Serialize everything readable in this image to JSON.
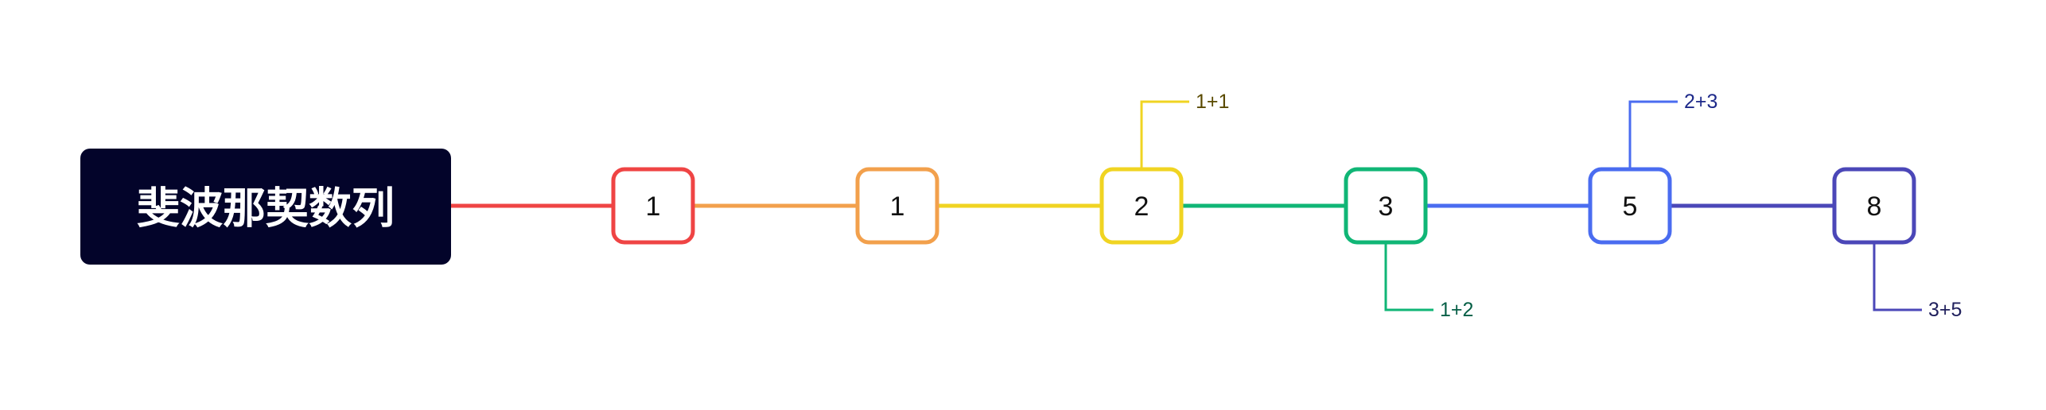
{
  "title": "斐波那契数列",
  "colors": {
    "title_bg": "#03042a",
    "title_text": "#ffffff"
  },
  "nodes": [
    {
      "value": "1",
      "color": "#ef4444"
    },
    {
      "value": "1",
      "color": "#f2a04c"
    },
    {
      "value": "2",
      "color": "#f0d422",
      "annotation": "1+1",
      "annotation_color": "#5a4a00",
      "annotation_side": "above"
    },
    {
      "value": "3",
      "color": "#10b676",
      "annotation": "1+2",
      "annotation_color": "#065f46",
      "annotation_side": "below"
    },
    {
      "value": "5",
      "color": "#4a6cf0",
      "annotation": "2+3",
      "annotation_color": "#1e2a8a",
      "annotation_side": "above"
    },
    {
      "value": "8",
      "color": "#4b47b8",
      "annotation": "3+5",
      "annotation_color": "#1f1f5c",
      "annotation_side": "below"
    }
  ]
}
